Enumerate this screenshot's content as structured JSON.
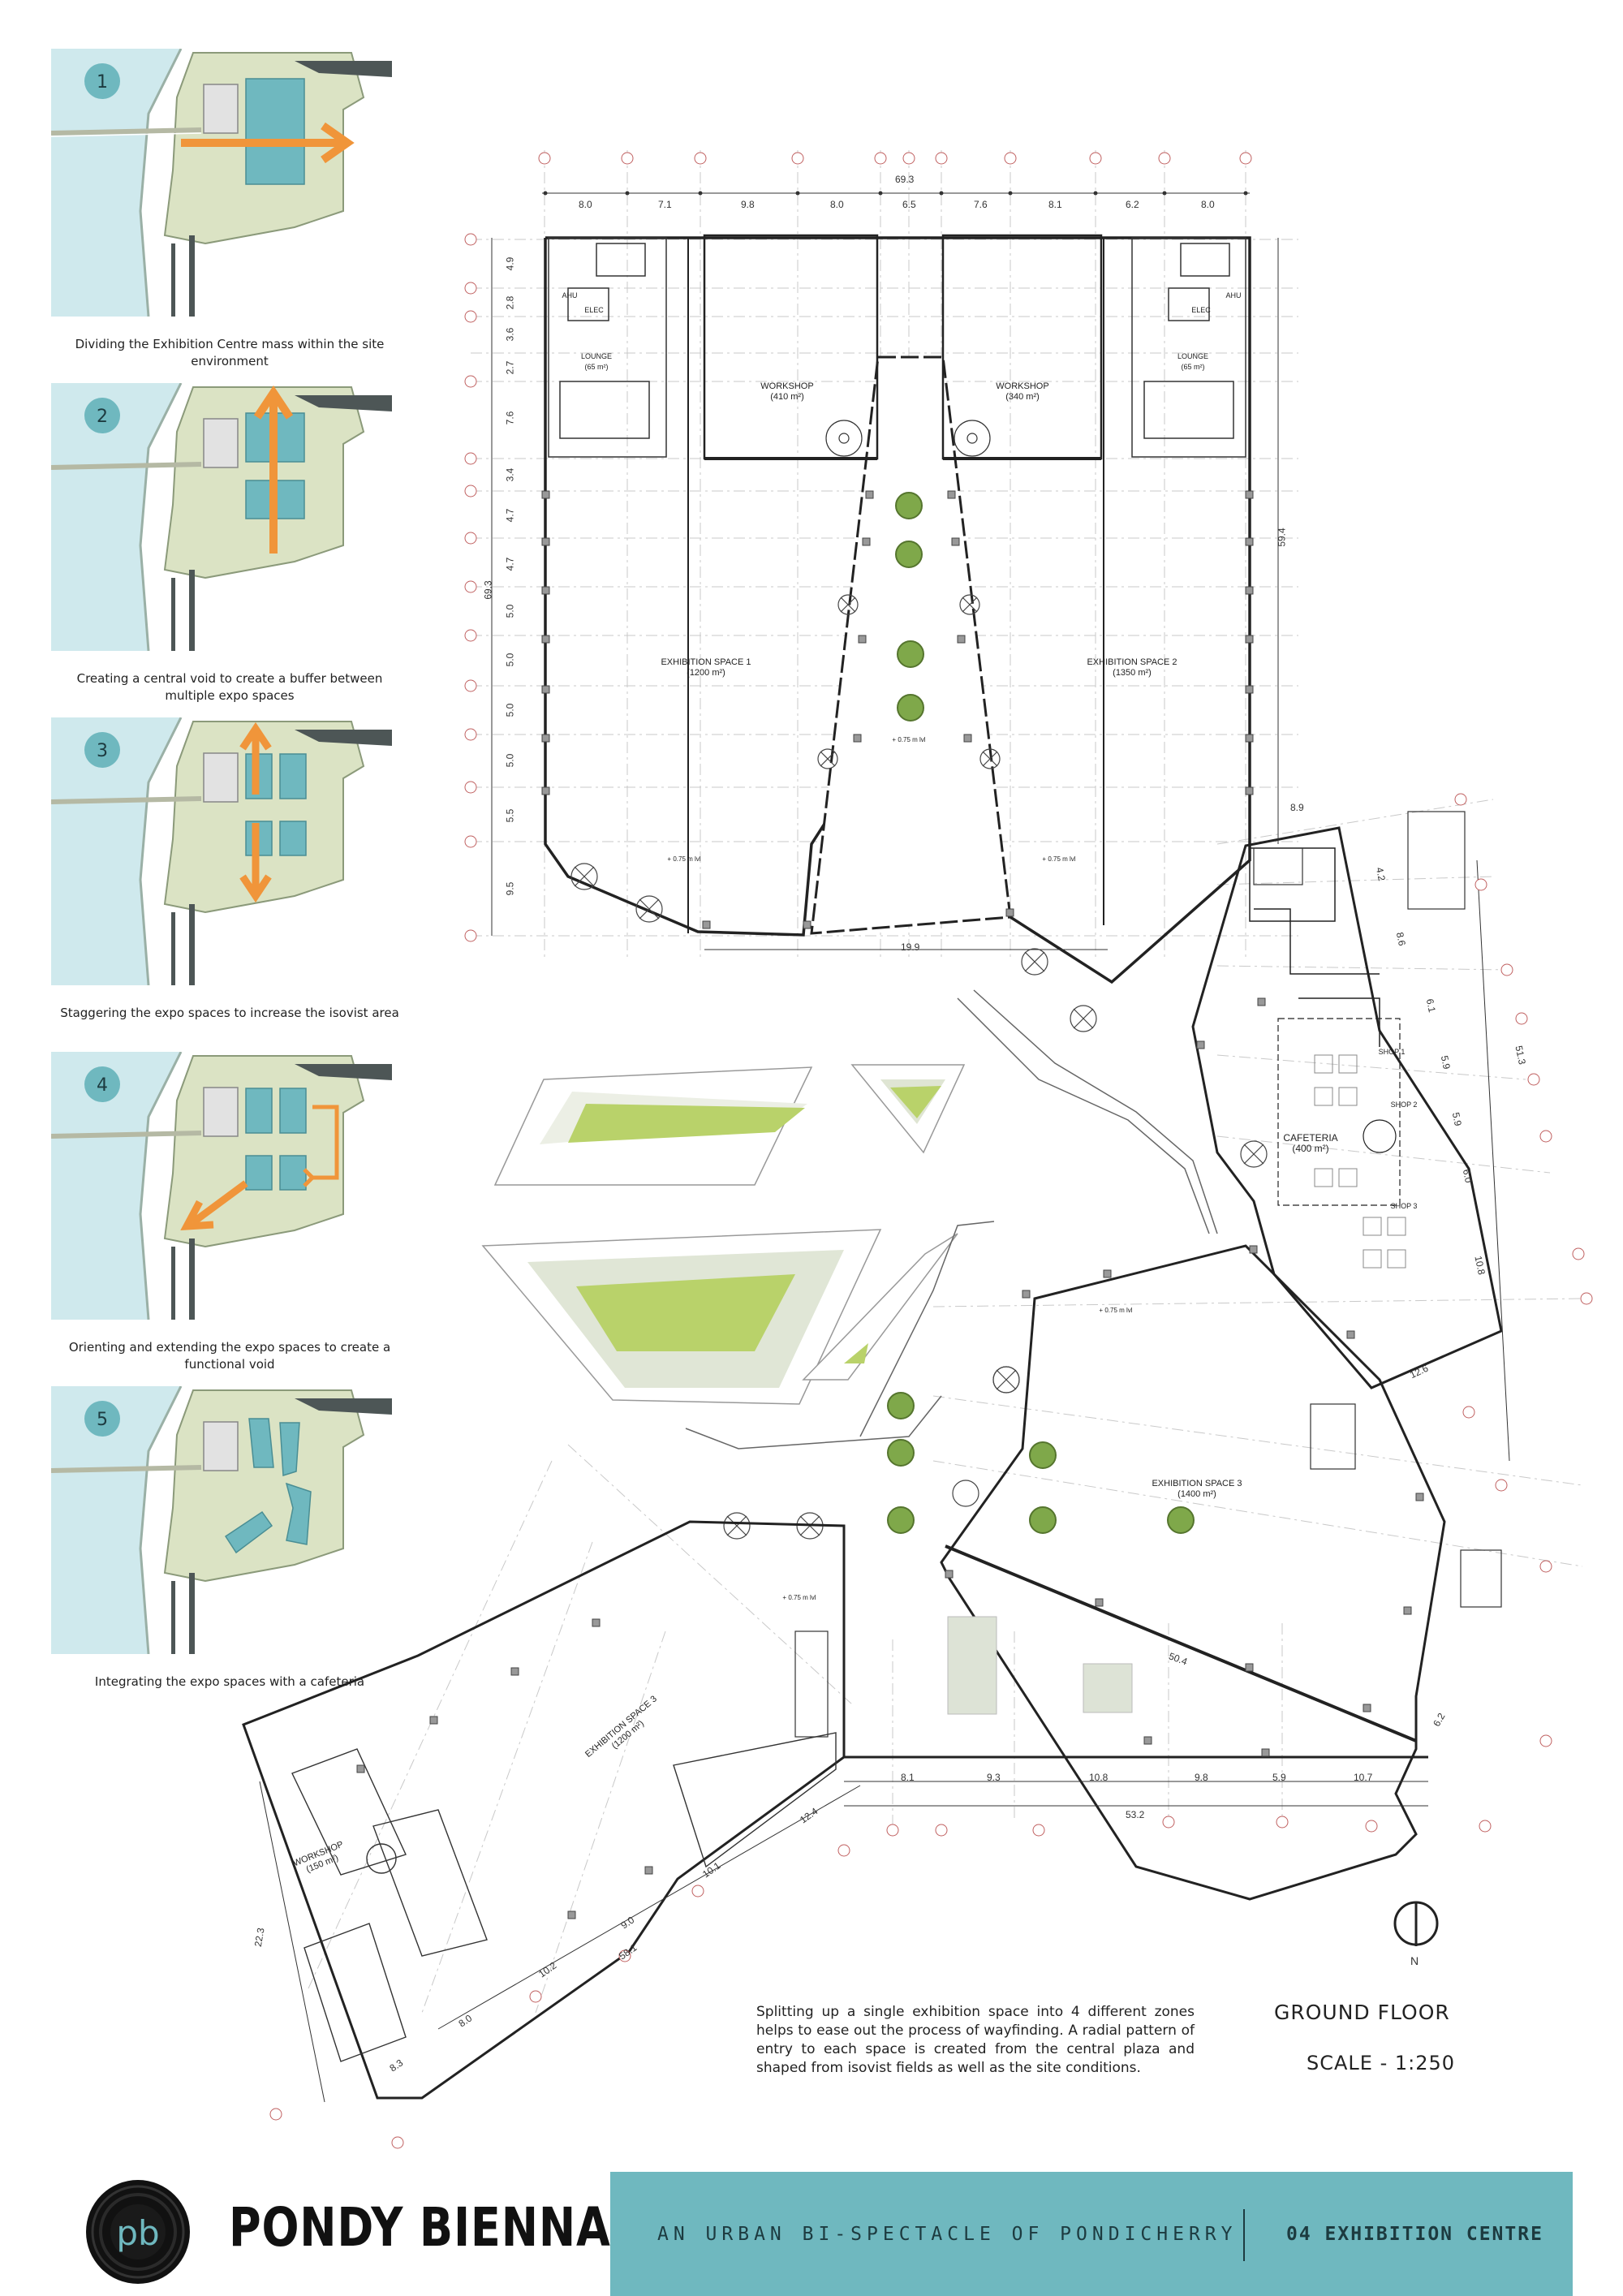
{
  "steps": [
    {
      "num": "1",
      "caption": "Dividing the Exhibition Centre mass within the site environment"
    },
    {
      "num": "2",
      "caption": "Creating a central void to create a buffer between multiple expo spaces"
    },
    {
      "num": "3",
      "caption": "Staggering the expo spaces to increase the isovist area"
    },
    {
      "num": "4",
      "caption": "Orienting and extending the expo spaces to create a functional void"
    },
    {
      "num": "5",
      "caption": "Integrating the expo spaces with a cafeteria"
    }
  ],
  "plan": {
    "labels": {
      "workshop1": "WORKSHOP",
      "workshop1_area": "(410 m²)",
      "workshop2": "WORKSHOP",
      "workshop2_area": "(340 m²)",
      "expo1": "EXHIBITION SPACE 1",
      "expo1_area": "(1200 m²)",
      "expo2": "EXHIBITION SPACE 2",
      "expo2_area": "(1350 m²)",
      "expo3a": "EXHIBITION SPACE 3",
      "expo3a_area": "(1400 m²)",
      "expo3b": "EXHIBITION SPACE 3",
      "expo3b_area": "(1200 m²)",
      "cafeteria": "CAFETERIA",
      "cafeteria_area": "(400 m²)",
      "workshop3": "WORKSHOP",
      "workshop3_area": "(150 m²)",
      "shop1": "SHOP 1",
      "shop2": "SHOP 2",
      "shop3": "SHOP 3",
      "lounge": "LOUNGE",
      "lounge_area": "(65 m²)",
      "ahu": "AHU",
      "elec": "ELEC"
    },
    "dims_top": [
      "8.0",
      "7.1",
      "9.8",
      "8.0",
      "6.5",
      "7.6",
      "8.1",
      "6.2",
      "8.0"
    ],
    "dim_total_top": "69.3",
    "dims_left": [
      "4.9",
      "2.8",
      "3.6",
      "2.7",
      "7.6",
      "3.4",
      "4.7",
      "4.7",
      "5.0",
      "5.0",
      "5.0",
      "5.0",
      "5.5",
      "9.5"
    ],
    "dim_total_left": "69.3",
    "dim_right": "59.4",
    "dim_plaza": "19.9",
    "dims_bottom": [
      "8.1",
      "9.3",
      "10.8",
      "9.8",
      "5.9",
      "10.7"
    ],
    "dim_total_bottom": "53.2",
    "dims_cafe": [
      "8.9",
      "4.2",
      "8.6",
      "6.1",
      "5.9",
      "5.9",
      "6.0",
      "10.8",
      "12.6"
    ],
    "dim_cafe_total": "51.3",
    "dims_sw": [
      "12.4",
      "10.1",
      "9.0",
      "10.2",
      "8.0",
      "8.3"
    ],
    "dim_sw_total": "58.1",
    "dim_sw_side": "22.3",
    "dim_expo3": "50.4",
    "dim_misc": "6.2",
    "level_tag": "+ 0.75 m lvl",
    "north": "N"
  },
  "note": "Splitting up a single exhibition space into 4 different zones helps to ease out the process of wayfinding.  A radial pattern of entry to each space is created from the central plaza and shaped from isovist fields as well as the site conditions.",
  "floor_title": "GROUND FLOOR",
  "scale": "SCALE - 1:250",
  "footer": {
    "brand": "PONDY BIENNALE",
    "tagline": "AN URBAN BI-SPECTACLE OF PONDICHERRY",
    "section": "04  EXHIBITION CENTRE",
    "logo_text": "pb"
  },
  "colors": {
    "sea": "#cfe9ed",
    "site": "#dbe3c4",
    "mass": "#6fb8bf",
    "arrow": "#f0953a",
    "lawn": "#b9d26a",
    "band": "#6fb8bf"
  }
}
